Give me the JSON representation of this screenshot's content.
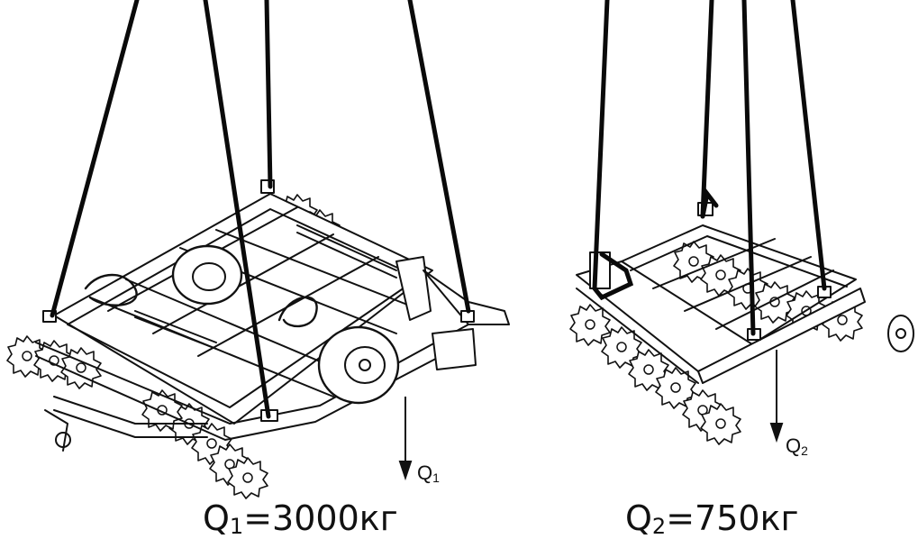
{
  "machines": [
    {
      "name": "Q",
      "subscript": "1",
      "force_label": "Q",
      "force_subscript": "1",
      "caption_value": "=3000кг"
    },
    {
      "name": "Q",
      "subscript": "2",
      "force_label": "Q",
      "force_subscript": "2",
      "caption_value": "=750кг"
    }
  ],
  "colors": {
    "line": "#111111",
    "sling": "#0a0a0a",
    "background": "#ffffff"
  }
}
